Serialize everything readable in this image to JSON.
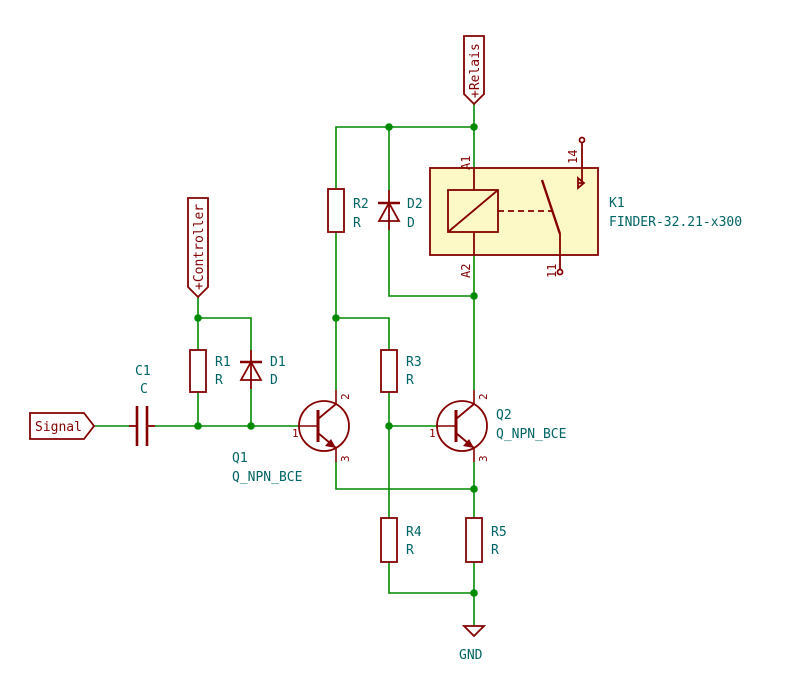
{
  "nets": {
    "signal": "Signal",
    "controller": "+Controller",
    "relais": "+Relais",
    "gnd": "GND"
  },
  "components": {
    "C1": {
      "ref": "C1",
      "value": "C"
    },
    "R1": {
      "ref": "R1",
      "value": "R"
    },
    "D1": {
      "ref": "D1",
      "value": "D"
    },
    "Q1": {
      "ref": "Q1",
      "value": "Q_NPN_BCE",
      "pins": [
        "1",
        "2",
        "3"
      ]
    },
    "R2": {
      "ref": "R2",
      "value": "R"
    },
    "D2": {
      "ref": "D2",
      "value": "D"
    },
    "R3": {
      "ref": "R3",
      "value": "R"
    },
    "Q2": {
      "ref": "Q2",
      "value": "Q_NPN_BCE",
      "pins": [
        "1",
        "2",
        "3"
      ]
    },
    "R4": {
      "ref": "R4",
      "value": "R"
    },
    "R5": {
      "ref": "R5",
      "value": "R"
    },
    "K1": {
      "ref": "K1",
      "value": "FINDER-32.21-x300",
      "pins": {
        "a1": "A1",
        "a2": "A2",
        "p11": "11",
        "p14": "14"
      }
    }
  },
  "colors": {
    "wire": "#008a00",
    "symbol": "#840000",
    "text": "#006464",
    "symbol_fill": "#fdf9c6"
  }
}
